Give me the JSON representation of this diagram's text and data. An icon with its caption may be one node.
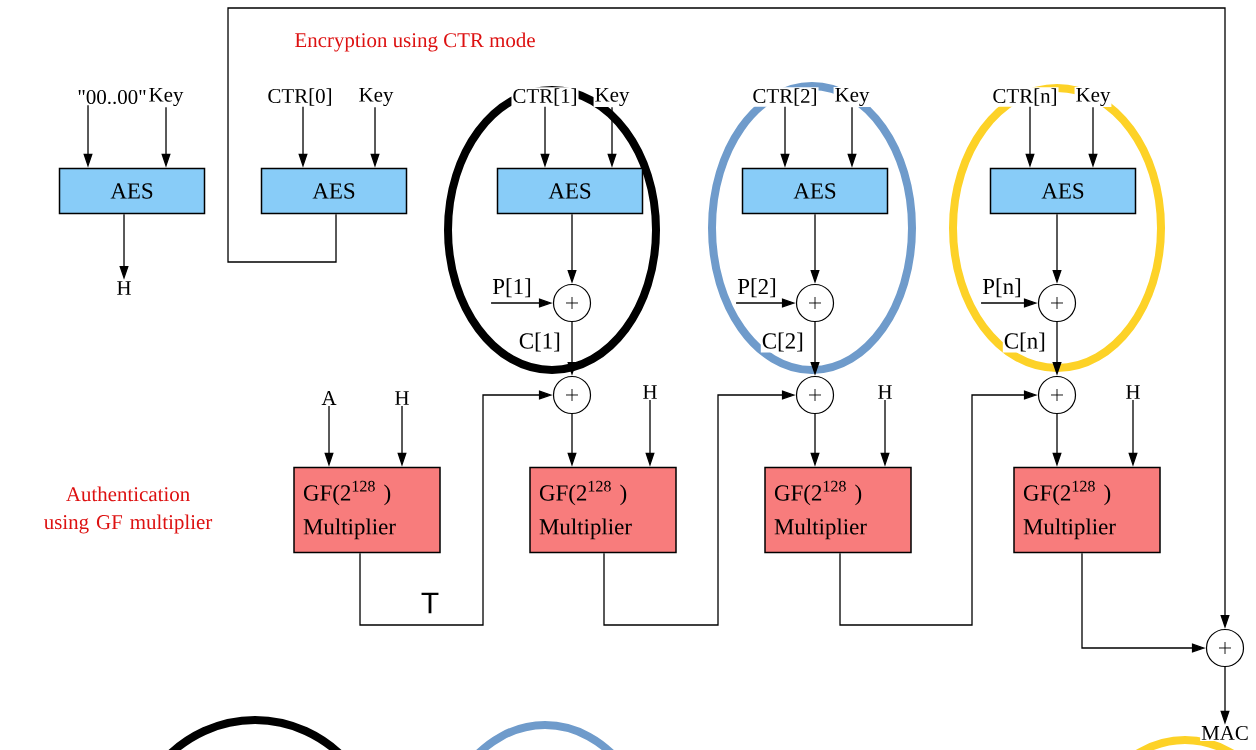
{
  "diagram": {
    "nodes": [
      {
        "text": [
          "\"00..00\""
        ]
      },
      {
        "text": [
          "Key"
        ]
      },
      {
        "text": [
          "CTR[0]"
        ]
      },
      {
        "text": [
          "Key"
        ]
      },
      {
        "text": [
          "CTR[1]"
        ]
      },
      {
        "text": [
          "Key"
        ]
      },
      {
        "text": [
          "CTR[2]"
        ]
      },
      {
        "text": [
          "Key"
        ]
      },
      {
        "text": [
          "CTR[n]"
        ]
      },
      {
        "text": [
          "Key"
        ]
      },
      {
        "text": [
          "AES"
        ]
      },
      {
        "text": [
          "AES"
        ]
      },
      {
        "text": [
          "AES"
        ]
      },
      {
        "text": [
          "AES"
        ]
      },
      {
        "text": [
          "AES"
        ]
      },
      {
        "text": [
          "H"
        ]
      },
      {
        "text": [
          "P[1]"
        ]
      },
      {
        "text": [],
        "shape": "circle"
      },
      {
        "text": [
          "P[2]"
        ]
      },
      {
        "text": [],
        "shape": "circle"
      },
      {
        "text": [
          "P[n]"
        ]
      },
      {
        "text": [],
        "shape": "circle"
      },
      {
        "text": [
          "A"
        ]
      },
      {
        "text": [
          "H"
        ]
      },
      {
        "text": [],
        "shape": "circle"
      },
      {
        "text": [
          "H"
        ]
      },
      {
        "text": [],
        "shape": "circle"
      },
      {
        "text": [
          "H"
        ]
      },
      {
        "text": [],
        "shape": "circle"
      },
      {
        "text": [
          "H"
        ]
      },
      {
        "text": [
          "GF(2$^{128}$ ) Multiplier"
        ]
      },
      {
        "text": [
          "GF(2$^{128}$ ) Multiplier"
        ]
      },
      {
        "text": [
          "GF(2$^{128}$ ) Multiplier"
        ]
      },
      {
        "text": [
          "GF(2$^{128}$ ) Multiplier"
        ]
      },
      {
        "text": [],
        "shape": "circle"
      },
      {
        "text": [
          "MAC"
        ]
      }
    ],
    "edges": [
      {
        "from": 0,
        "to": 10,
        "arrow": "to"
      },
      {
        "from": 1,
        "to": 10,
        "arrow": "to"
      },
      {
        "from": 2,
        "to": 11,
        "arrow": "to"
      },
      {
        "from": 3,
        "to": 11,
        "arrow": "to"
      },
      {
        "from": 4,
        "to": 12,
        "arrow": "to"
      },
      {
        "from": 5,
        "to": 12,
        "arrow": "to"
      },
      {
        "from": 6,
        "to": 13,
        "arrow": "to"
      },
      {
        "from": 7,
        "to": 13,
        "arrow": "to"
      },
      {
        "from": 8,
        "to": 14,
        "arrow": "to"
      },
      {
        "from": 9,
        "to": 14,
        "arrow": "to"
      },
      {
        "from": 10,
        "to": 15,
        "arrow": "to"
      },
      {
        "from": 11,
        "to": 34,
        "arrow": "to"
      },
      {
        "from": 12,
        "to": 17,
        "arrow": "to"
      },
      {
        "from": 16,
        "to": 17,
        "arrow": "to"
      },
      {
        "from": 17,
        "to": 24,
        "arrow": "to",
        "label": "C[1]"
      },
      {
        "from": 13,
        "to": 19,
        "arrow": "to"
      },
      {
        "from": 18,
        "to": 19,
        "arrow": "to"
      },
      {
        "from": 19,
        "to": 26,
        "arrow": "to",
        "label": "C[2]"
      },
      {
        "from": 14,
        "to": 21,
        "arrow": "to"
      },
      {
        "from": 20,
        "to": 21,
        "arrow": "to"
      },
      {
        "from": 21,
        "to": 28,
        "arrow": "to",
        "label": "C[n]"
      },
      {
        "from": 22,
        "to": 30,
        "arrow": "to"
      },
      {
        "from": 23,
        "to": 30,
        "arrow": "to"
      },
      {
        "from": 24,
        "to": 31,
        "arrow": "to"
      },
      {
        "from": 25,
        "to": 31,
        "arrow": "to"
      },
      {
        "from": 30,
        "to": 24,
        "arrow": "to",
        "label": "T"
      },
      {
        "from": 26,
        "to": 32,
        "arrow": "to"
      },
      {
        "from": 27,
        "to": 32,
        "arrow": "to"
      },
      {
        "from": 31,
        "to": 26,
        "arrow": "to"
      },
      {
        "from": 28,
        "to": 33,
        "arrow": "to"
      },
      {
        "from": 29,
        "to": 33,
        "arrow": "to"
      },
      {
        "from": 32,
        "to": 28,
        "arrow": "to"
      },
      {
        "from": 33,
        "to": 34,
        "arrow": "to"
      },
      {
        "from": 34,
        "to": 35,
        "arrow": "to"
      }
    ],
    "labels": [
      "Encryption using CTR mode",
      "Authentication using GF multiplier"
    ]
  }
}
